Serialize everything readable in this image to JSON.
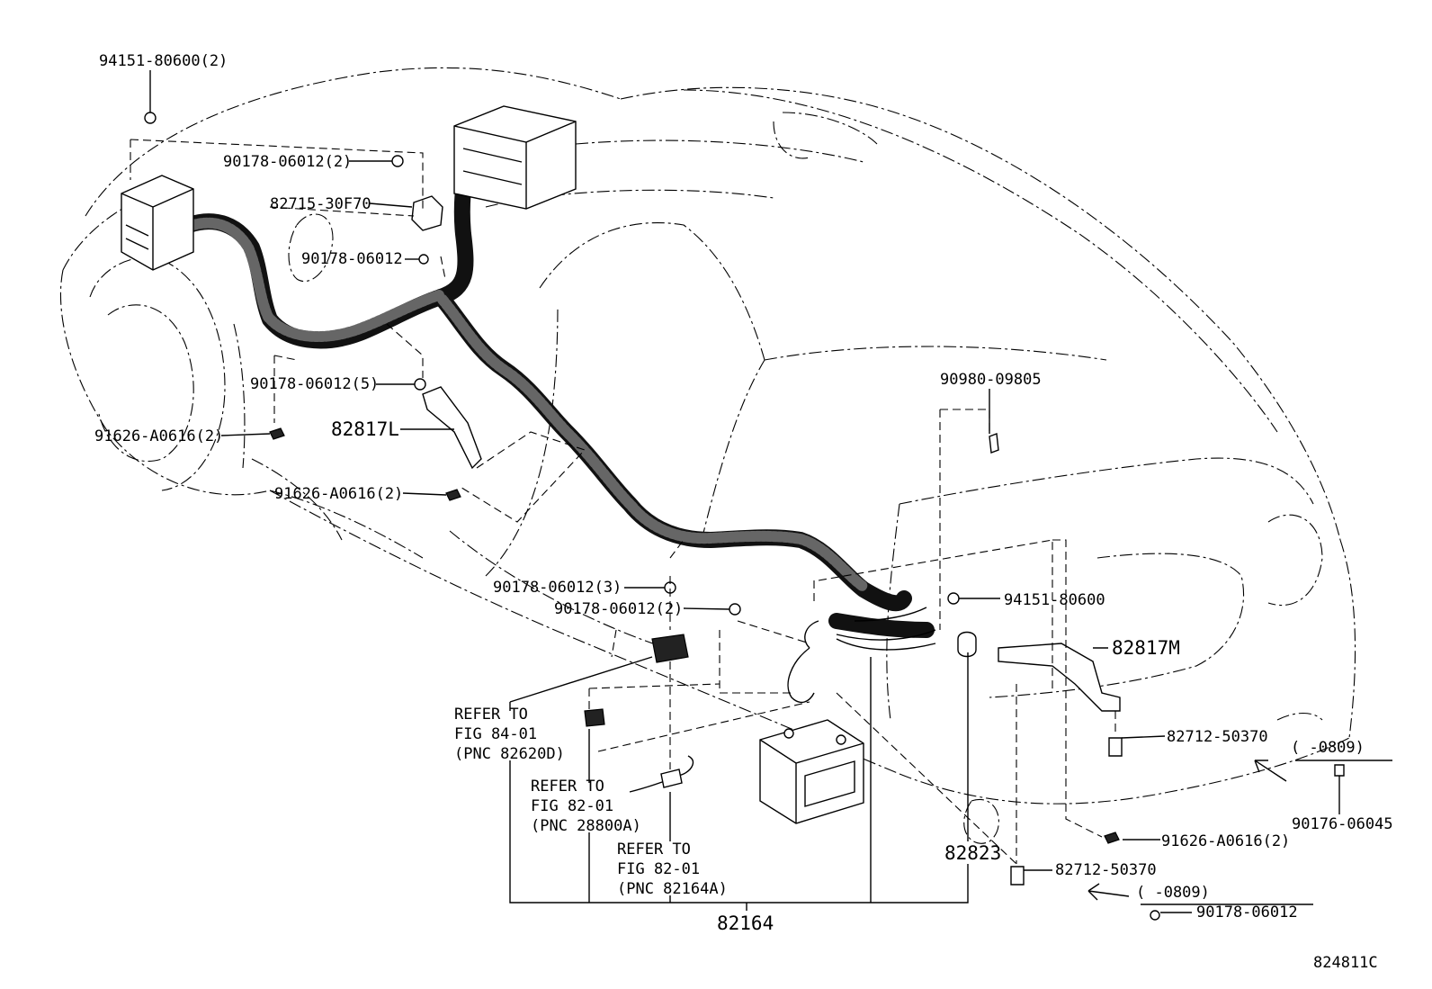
{
  "labels": {
    "l_94151_80600_2": "94151-80600(2)",
    "l_90178_06012_2_top": "90178-06012(2)",
    "l_82715_30F70": "82715-30F70",
    "l_90178_06012_mid": "90178-06012",
    "l_90178_06012_5": "90178-06012(5)",
    "l_82817L": "82817L",
    "l_91626_A0616_2_a": "91626-A0616(2)",
    "l_91626_A0616_2_b": "91626-A0616(2)",
    "l_90980_09805": "90980-09805",
    "l_90178_06012_3": "90178-06012(3)",
    "l_90178_06012_2_low": "90178-06012(2)",
    "l_94151_80600": "94151-80600",
    "l_82817M": "82817M",
    "l_82712_50370_a": "82712-50370",
    "l_0809_a": "(     -0809)",
    "l_90176_06045": "90176-06045",
    "l_91626_A0616_2_c": "91626-A0616(2)",
    "l_82823": "82823",
    "l_82712_50370_b": "82712-50370",
    "l_0809_b": "(     -0809)",
    "l_90178_06012_bottom": "90178-06012",
    "l_82164": "82164",
    "l_figcode": "824811C",
    "refer1": [
      "REFER TO",
      "FIG 84-01",
      "(PNC 82620D)"
    ],
    "refer2": [
      "REFER TO",
      "FIG 82-01",
      "(PNC 28800A)"
    ],
    "refer3": [
      "REFER TO",
      "FIG 82-01",
      "(PNC 82164A)"
    ]
  }
}
